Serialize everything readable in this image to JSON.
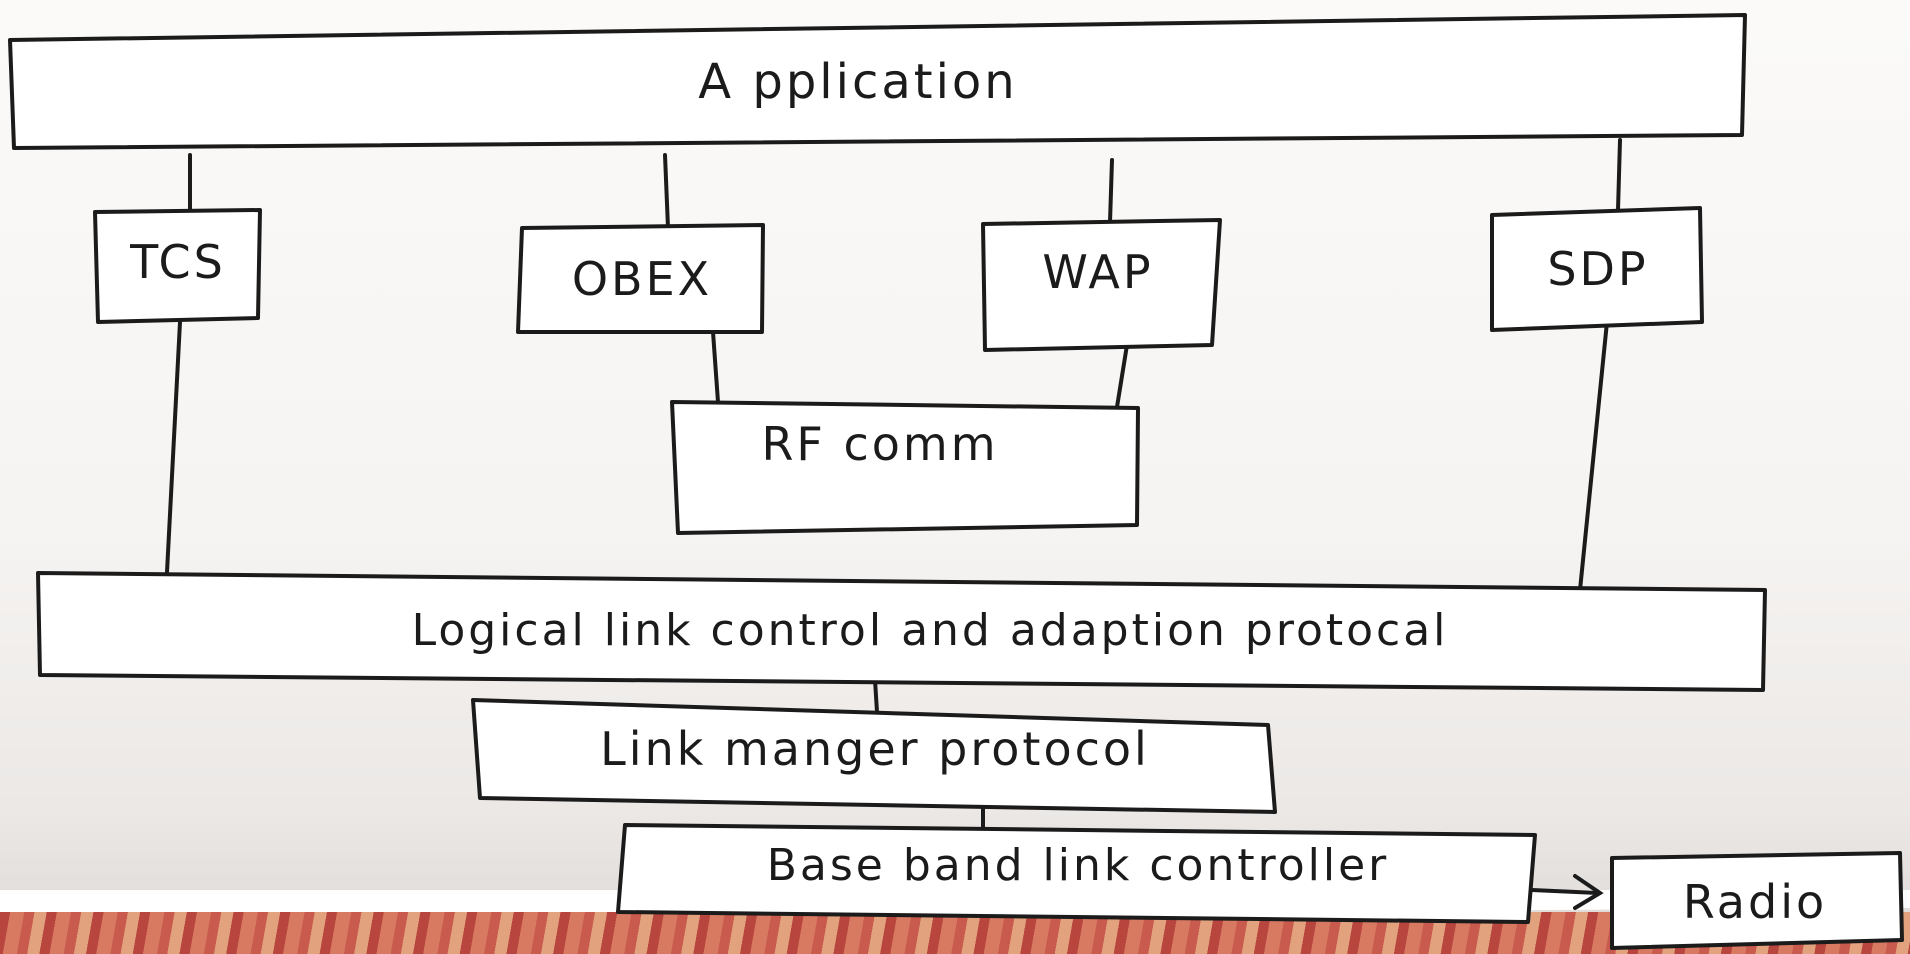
{
  "diagram": {
    "application": "A pplication",
    "tcs": "TCS",
    "obex": "OBEX",
    "wap": "WAP",
    "sdp": "SDP",
    "rfcomm": "RF comm",
    "l2cap": "Logical link control and adaption protocal",
    "lmp": "Link manger protocol",
    "baseband": "Base band link controller",
    "radio": "Radio"
  },
  "colors": {
    "ink": "#1b1b1b",
    "paper": "#ffffff"
  }
}
